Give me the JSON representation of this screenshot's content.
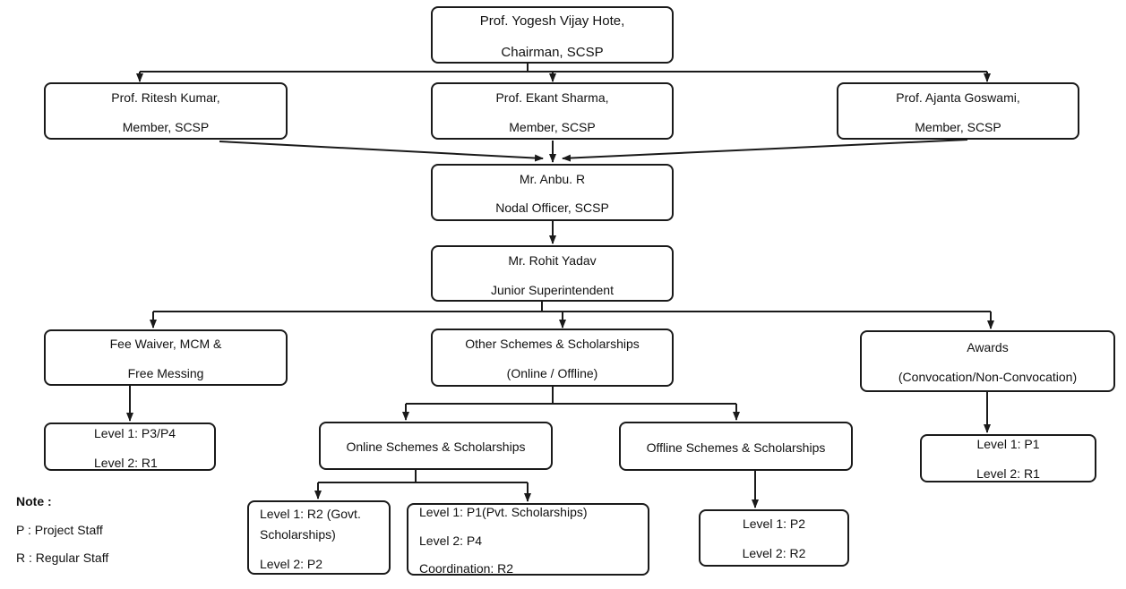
{
  "chairman": {
    "line1": "Prof. Yogesh Vijay Hote,",
    "line2": "Chairman, SCSP"
  },
  "members": [
    {
      "line1": "Prof. Ritesh Kumar,",
      "line2": "Member, SCSP"
    },
    {
      "line1": "Prof. Ekant Sharma,",
      "line2": "Member, SCSP"
    },
    {
      "line1": "Prof. Ajanta Goswami,",
      "line2": "Member, SCSP"
    }
  ],
  "nodal": {
    "line1": "Mr. Anbu. R",
    "line2": "Nodal Officer, SCSP"
  },
  "superintendent": {
    "line1": "Mr. Rohit Yadav",
    "line2": "Junior Superintendent"
  },
  "departments": {
    "fee": {
      "line1": "Fee Waiver, MCM &",
      "line2": "Free Messing"
    },
    "other": {
      "line1": "Other Schemes & Scholarships",
      "line2": "(Online / Offline)"
    },
    "awards": {
      "line1": "Awards",
      "line2": "(Convocation/Non-Convocation)"
    }
  },
  "fee_levels": {
    "line1": "Level 1: P3/P4",
    "line2": "Level 2: R1"
  },
  "online": {
    "label": "Online Schemes & Scholarships"
  },
  "offline": {
    "label": "Offline Schemes & Scholarships"
  },
  "awards_levels": {
    "line1": "Level 1: P1",
    "line2": "Level 2: R1"
  },
  "online_govt": {
    "line1": "Level 1: R2 (Govt.",
    "line2": "Scholarships)",
    "line3": "Level 2: P2"
  },
  "online_pvt": {
    "line1": "Level 1: P1(Pvt. Scholarships)",
    "line2": "Level 2: P4",
    "line3": "Coordination: R2"
  },
  "offline_levels": {
    "line1": "Level 1: P2",
    "line2": "Level 2: R2"
  },
  "note": {
    "title": "Note :",
    "p": "P : Project Staff",
    "r": "R : Regular Staff"
  },
  "colors": {
    "line": "#1a1a1a",
    "box_border": "#1a1a1a"
  }
}
